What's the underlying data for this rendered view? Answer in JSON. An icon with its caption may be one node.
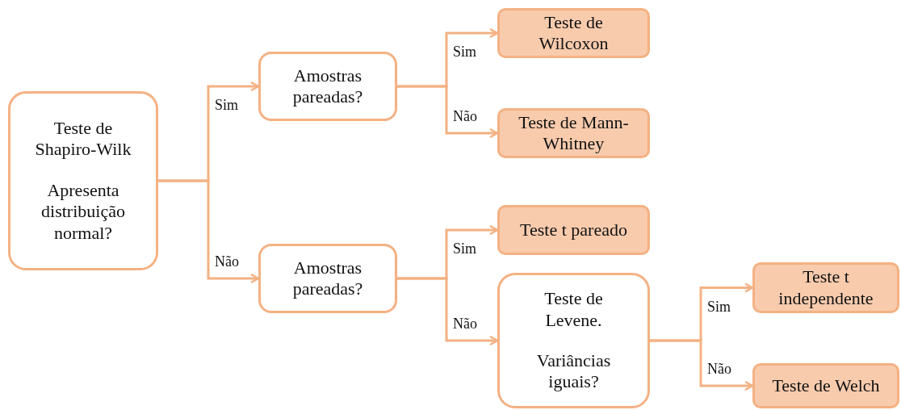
{
  "diagram": {
    "nodes": [
      {
        "text": [
          "Teste de Shapiro-Wilk",
          "Apresenta distribuição normal?"
        ]
      },
      {
        "text": [
          "Amostras pareadas?"
        ]
      },
      {
        "text": [
          "Amostras pareadas?"
        ]
      },
      {
        "text": [
          "Teste de Wilcoxon"
        ]
      },
      {
        "text": [
          "Teste de Mann-Whitney"
        ]
      },
      {
        "text": [
          "Teste t pareado"
        ]
      },
      {
        "text": [
          "Teste de Levene.",
          "Variâncias iguais?"
        ]
      },
      {
        "text": [
          "Teste t independente"
        ]
      },
      {
        "text": [
          "Teste de Welch"
        ]
      }
    ],
    "edges": [
      {
        "from": 0,
        "to": 1,
        "arrow": "to",
        "label": "Sim"
      },
      {
        "from": 0,
        "to": 2,
        "arrow": "to",
        "label": "Não"
      },
      {
        "from": 1,
        "to": 3,
        "arrow": "to",
        "label": "Sim"
      },
      {
        "from": 1,
        "to": 4,
        "arrow": "to",
        "label": "Não"
      },
      {
        "from": 2,
        "to": 5,
        "arrow": "to",
        "label": "Sim"
      },
      {
        "from": 2,
        "to": 6,
        "arrow": "to",
        "label": "Não"
      },
      {
        "from": 6,
        "to": 7,
        "arrow": "to",
        "label": "Sim"
      },
      {
        "from": 6,
        "to": 8,
        "arrow": "to",
        "label": "Não"
      }
    ]
  }
}
